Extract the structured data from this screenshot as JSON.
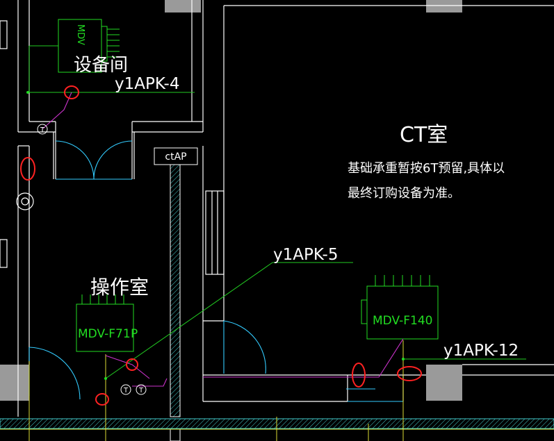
{
  "colors": {
    "background": "#000000",
    "wall": "#ffffff",
    "door": "#33ccff",
    "green": "#22dd22",
    "pipe": "#cc33cc",
    "leader": "#22cc22",
    "marker": "#ff2222",
    "yellow": "#dddd33",
    "hatch": "#4cc",
    "gray": "#9a9a9a"
  },
  "rooms": {
    "equipment_room": "设备间",
    "ct_room": "CT室",
    "operation_room": "操作室"
  },
  "note": {
    "line1": "基础承重暂按6T预留,具体以",
    "line2": "最终订购设备为准。"
  },
  "cabinet_label": "ctAP",
  "units": {
    "top": "MDV",
    "left": "MDV-F71",
    "left_suffix": "P",
    "right": "MDV-F140"
  },
  "pipe_tags": {
    "tag4": "y1APK-4",
    "tag5": "y1APK-5",
    "tag12": "y1APK-12"
  },
  "thermostat_symbol": "T"
}
